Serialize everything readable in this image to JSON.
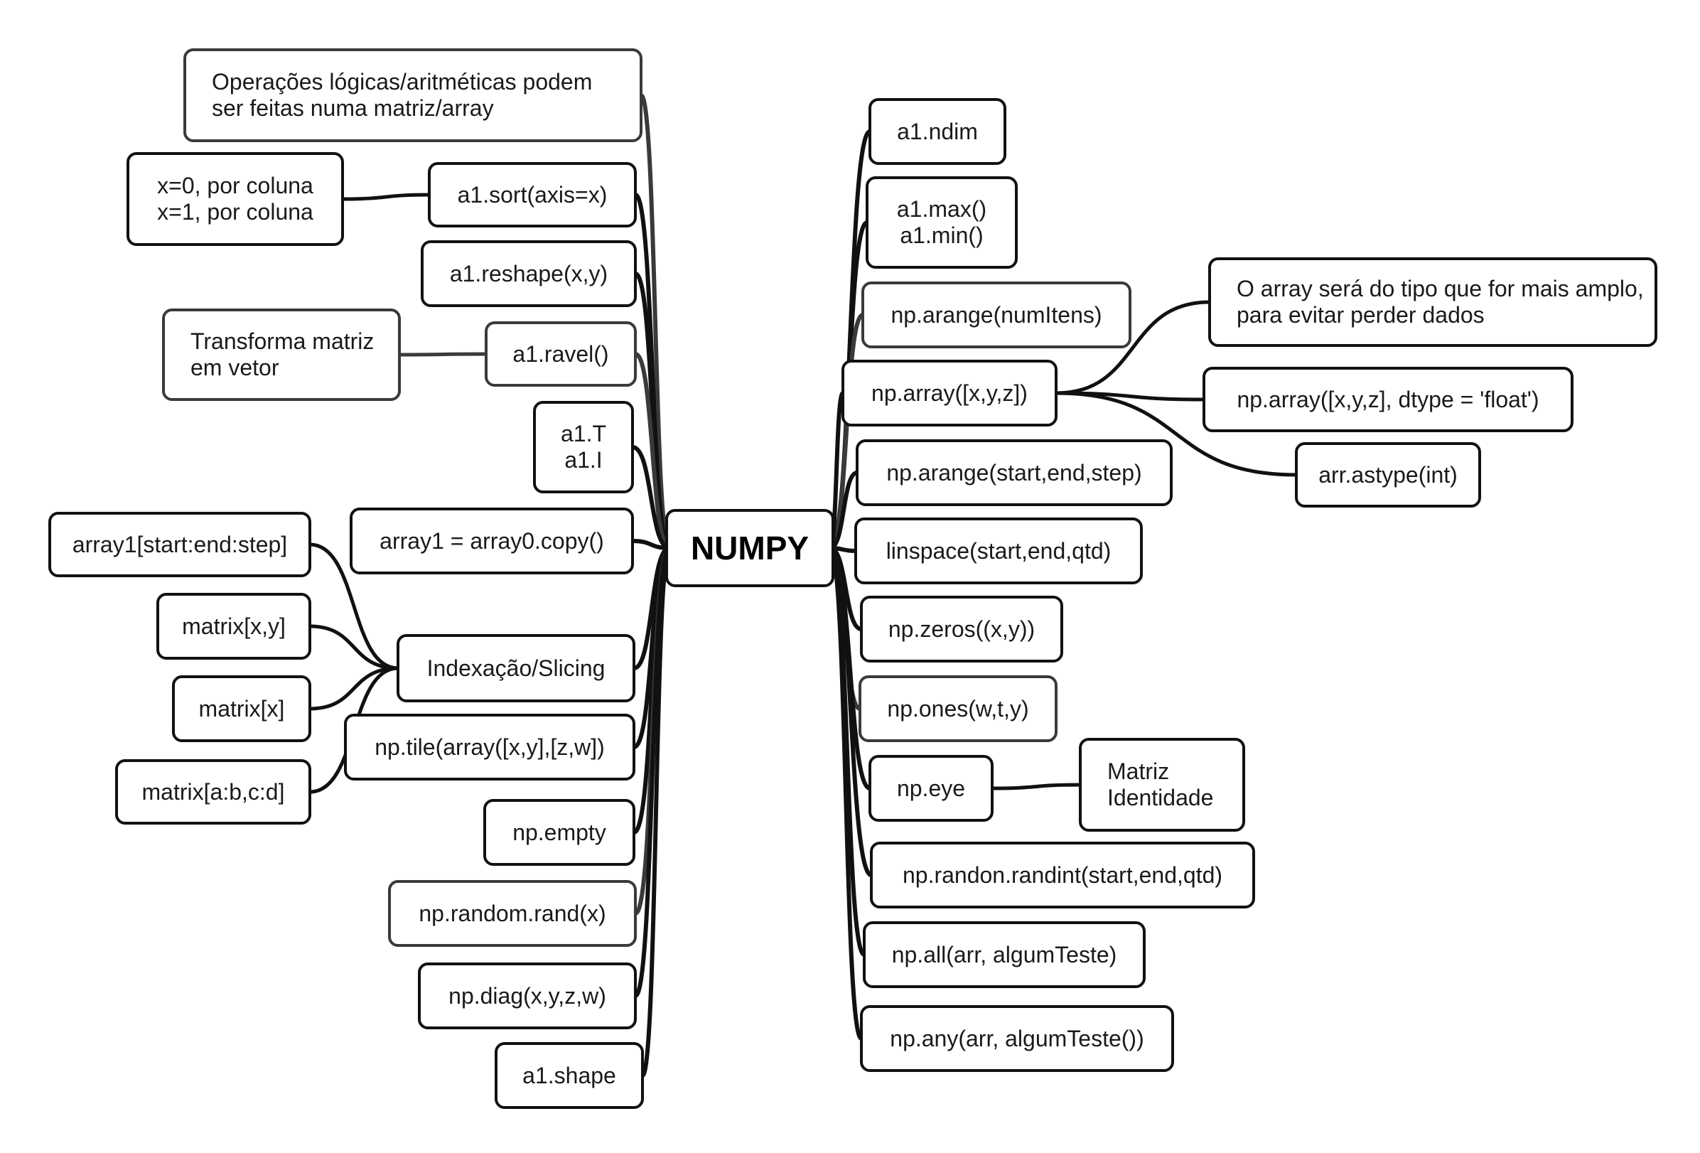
{
  "central_topic": "NUMPY",
  "nodes": {
    "n_ops": "Operações lógicas/aritméticas podem\nser feitas numa matriz/array",
    "n_sort_note": "x=0, por coluna\nx=1, por coluna",
    "n_sort": "a1.sort(axis=x)",
    "n_reshape": "a1.reshape(x,y)",
    "n_ravel_note": "Transforma matriz\nem vetor",
    "n_ravel": "a1.ravel()",
    "n_ti": "a1.T\na1.I",
    "n_slice1": "array1[start:end:step]",
    "n_copy": "array1 = array0.copy()",
    "n_mxy": "matrix[x,y]",
    "n_idx": "Indexação/Slicing",
    "n_mx": "matrix[x]",
    "n_tile": "np.tile(array([x,y],[z,w])",
    "n_mabcd": "matrix[a:b,c:d]",
    "n_empty": "np.empty",
    "n_rand": "np.random.rand(x)",
    "n_diag": "np.diag(x,y,z,w)",
    "n_shape": "a1.shape",
    "n_ndim": "a1.ndim",
    "n_maxmin": "a1.max()\na1.min()",
    "n_arange1": "np.arange(numItens)",
    "n_array": "np.array([x,y,z])",
    "n_array_note": "O array será do tipo que for mais amplo,\npara evitar perder dados",
    "n_dtype": "np.array([x,y,z], dtype = 'float')",
    "n_astype": "arr.astype(int)",
    "n_arange2": "np.arange(start,end,step)",
    "n_linspace": "linspace(start,end,qtd)",
    "n_zeros": "np.zeros((x,y))",
    "n_ones": "np.ones(w,t,y)",
    "n_eye": "np.eye",
    "n_eye_note": "Matriz\nIdentidade",
    "n_randint": "np.randon.randint(start,end,qtd)",
    "n_all": "np.all(arr, algumTeste)",
    "n_any": "np.any(arr, algumTeste())"
  },
  "colors": {
    "line": "#111111",
    "line_grey": "#3a3a3a",
    "text": "#1a1a1a",
    "background": "#ffffff"
  }
}
